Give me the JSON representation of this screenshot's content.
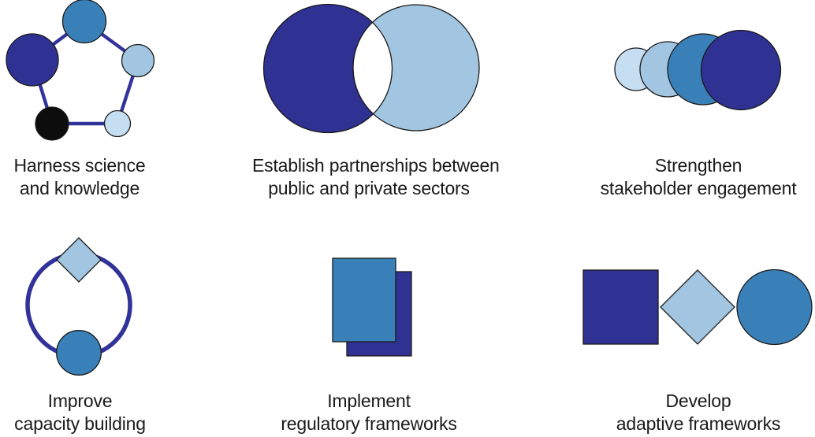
{
  "figure": {
    "items": [
      {
        "id": "harness-science",
        "caption_line1": "Harness science",
        "caption_line2": "and knowledge"
      },
      {
        "id": "establish-partnerships",
        "caption_line1": "Establish partnerships between",
        "caption_line2": "public and private sectors"
      },
      {
        "id": "strengthen-stakeholder",
        "caption_line1": "Strengthen",
        "caption_line2": "stakeholder engagement"
      },
      {
        "id": "improve-capacity",
        "caption_line1": "Improve",
        "caption_line2": "capacity building"
      },
      {
        "id": "implement-regulatory",
        "caption_line1": "Implement",
        "caption_line2": "regulatory frameworks"
      },
      {
        "id": "develop-adaptive",
        "caption_line1": "Develop",
        "caption_line2": "adaptive frameworks"
      }
    ]
  },
  "colors": {
    "indigo": "#2f3193",
    "steel": "#3a80b8",
    "light": "#a2c6e2",
    "lightest": "#c6def1",
    "ink": "#0d0d0d",
    "outline": "#1a1a1a",
    "line": "#32339a",
    "text": "#1a1a1a",
    "paper": "#ffffff"
  }
}
